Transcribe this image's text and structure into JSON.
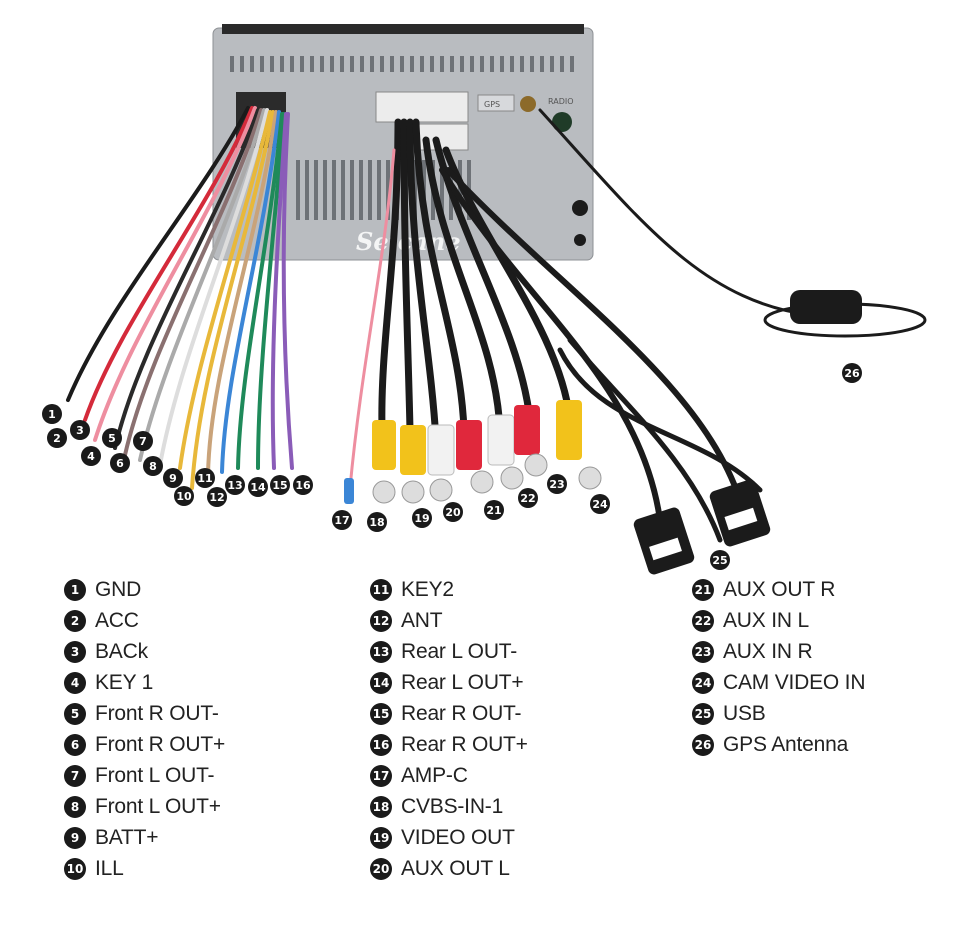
{
  "watermark": "Seicane",
  "unit_labels": {
    "gps": "GPS",
    "radio": "RADIO"
  },
  "legend": {
    "column1": [
      {
        "num": "1",
        "label": "GND"
      },
      {
        "num": "2",
        "label": "ACC"
      },
      {
        "num": "3",
        "label": "BACk"
      },
      {
        "num": "4",
        "label": "KEY 1"
      },
      {
        "num": "5",
        "label": "Front R OUT-"
      },
      {
        "num": "6",
        "label": "Front R OUT+"
      },
      {
        "num": "7",
        "label": "Front L OUT-"
      },
      {
        "num": "8",
        "label": "Front L OUT+"
      },
      {
        "num": "9",
        "label": "BATT+"
      },
      {
        "num": "10",
        "label": "ILL"
      }
    ],
    "column2": [
      {
        "num": "11",
        "label": "KEY2"
      },
      {
        "num": "12",
        "label": "ANT"
      },
      {
        "num": "13",
        "label": "Rear L OUT-"
      },
      {
        "num": "14",
        "label": "Rear L OUT+"
      },
      {
        "num": "15",
        "label": "Rear R OUT-"
      },
      {
        "num": "16",
        "label": "Rear R OUT+"
      },
      {
        "num": "17",
        "label": "AMP-C"
      },
      {
        "num": "18",
        "label": "CVBS-IN-1"
      },
      {
        "num": "19",
        "label": "VIDEO OUT"
      },
      {
        "num": "20",
        "label": "AUX OUT L"
      }
    ],
    "column3": [
      {
        "num": "21",
        "label": "AUX OUT R"
      },
      {
        "num": "22",
        "label": "AUX IN L"
      },
      {
        "num": "23",
        "label": "AUX IN R"
      },
      {
        "num": "24",
        "label": "CAM VIDEO IN"
      },
      {
        "num": "25",
        "label": "USB"
      },
      {
        "num": "26",
        "label": "GPS Antenna"
      }
    ]
  },
  "callouts": [
    "1",
    "2",
    "3",
    "4",
    "5",
    "6",
    "7",
    "8",
    "9",
    "10",
    "11",
    "12",
    "13",
    "14",
    "15",
    "16",
    "17",
    "18",
    "19",
    "20",
    "21",
    "22",
    "23",
    "24",
    "25",
    "26"
  ],
  "colors": {
    "unit_body": "#b9bcc0",
    "wire_black": "#1b1b1b",
    "wire_red": "#d42a3a",
    "wire_pink": "#ee8ea0",
    "wire_yellow": "#e8b83a",
    "wire_blue": "#3b86d6",
    "wire_green": "#1f8a5a",
    "wire_purple": "#8a5cb8",
    "rca_yellow": "#f2c21b",
    "rca_red": "#e0283c",
    "rca_white": "#f2f2f2",
    "badge": "#1a1a1a"
  }
}
